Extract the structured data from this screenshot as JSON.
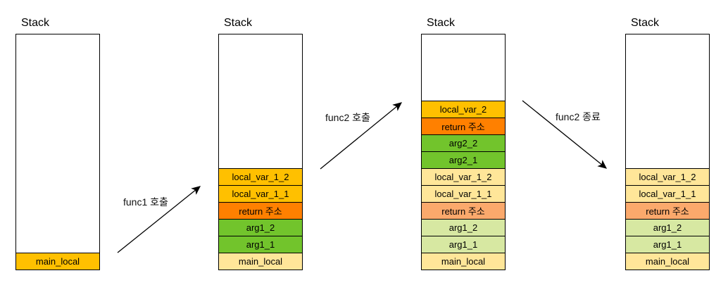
{
  "diagram": {
    "stacks": [
      {
        "title": "Stack",
        "cells": [
          {
            "label": "main_local",
            "color": "#FFC000"
          }
        ]
      },
      {
        "title": "Stack",
        "cells": [
          {
            "label": "local_var_1_2",
            "color": "#FFC000"
          },
          {
            "label": "local_var_1_1",
            "color": "#FFC000"
          },
          {
            "label": "return 주소",
            "color": "#FF8000"
          },
          {
            "label": "arg1_2",
            "color": "#72C42C"
          },
          {
            "label": "arg1_1",
            "color": "#72C42C"
          },
          {
            "label": "main_local",
            "color": "#FFE699"
          }
        ]
      },
      {
        "title": "Stack",
        "cells": [
          {
            "label": "local_var_2",
            "color": "#FFC000"
          },
          {
            "label": "return 주소",
            "color": "#FF8000"
          },
          {
            "label": "arg2_2",
            "color": "#72C42C"
          },
          {
            "label": "arg2_1",
            "color": "#72C42C"
          },
          {
            "label": "local_var_1_2",
            "color": "#FFE699"
          },
          {
            "label": "local_var_1_1",
            "color": "#FFE699"
          },
          {
            "label": "return 주소",
            "color": "#FBA96C"
          },
          {
            "label": "arg1_2",
            "color": "#D7E8A2"
          },
          {
            "label": "arg1_1",
            "color": "#D7E8A2"
          },
          {
            "label": "main_local",
            "color": "#FFE699"
          }
        ]
      },
      {
        "title": "Stack",
        "cells": [
          {
            "label": "local_var_1_2",
            "color": "#FFE699"
          },
          {
            "label": "local_var_1_1",
            "color": "#FFE699"
          },
          {
            "label": "return 주소",
            "color": "#FBA96C"
          },
          {
            "label": "arg1_2",
            "color": "#D7E8A2"
          },
          {
            "label": "arg1_1",
            "color": "#D7E8A2"
          },
          {
            "label": "main_local",
            "color": "#FFE699"
          }
        ]
      }
    ],
    "arrows": [
      {
        "label": "func1 호출"
      },
      {
        "label": "func2 호출"
      },
      {
        "label": "func2 종료"
      }
    ],
    "colors": {
      "active_local": "#FFC000",
      "active_return": "#FF8000",
      "active_arg": "#72C42C",
      "faded_local": "#FFE699",
      "faded_return": "#FBA96C",
      "faded_arg": "#D7E8A2",
      "line": "#000000"
    }
  }
}
